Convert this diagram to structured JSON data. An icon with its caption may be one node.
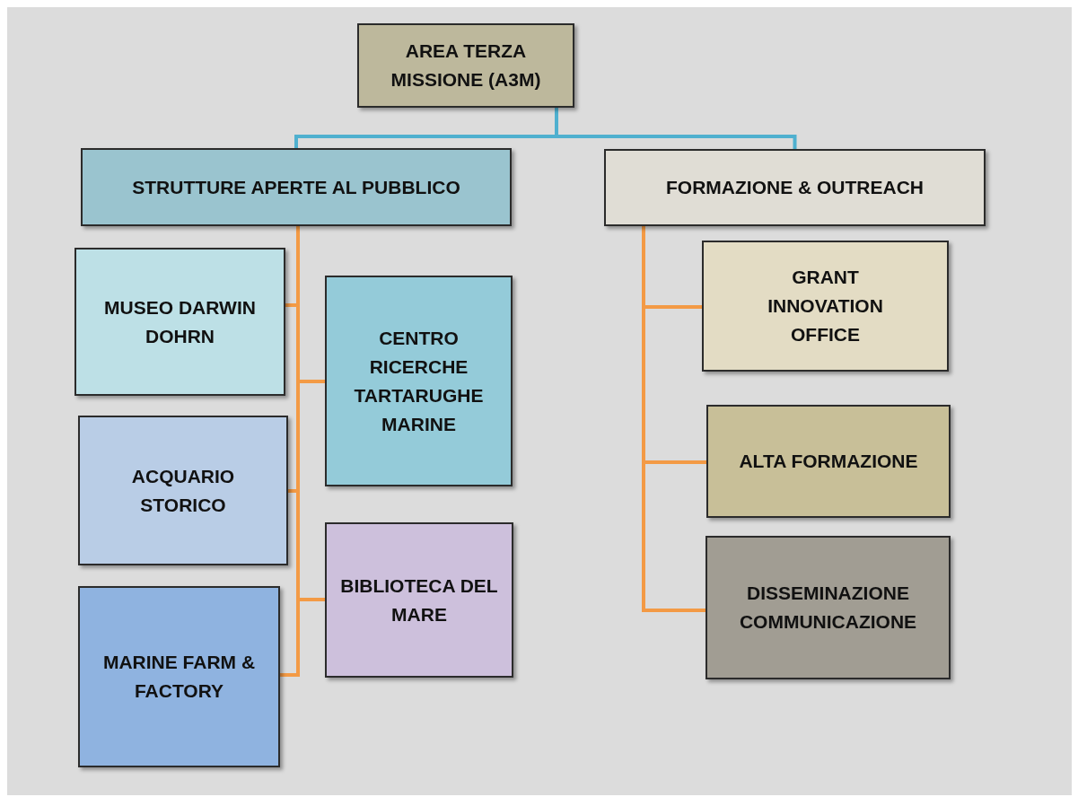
{
  "diagram": {
    "nodes": [
      {
        "text": [
          "AREA TERZA MISSIONE (A3M)"
        ]
      },
      {
        "text": [
          "STRUTTURE APERTE AL PUBBLICO"
        ]
      },
      {
        "text": [
          "FORMAZIONE & OUTREACH"
        ]
      },
      {
        "text": [
          "MUSEO DARWIN DOHRN"
        ]
      },
      {
        "text": [
          "CENTRO RICERCHE TARTARUGHE MARINE"
        ]
      },
      {
        "text": [
          "ACQUARIO STORICO"
        ]
      },
      {
        "text": [
          "BIBLIOTECA DEL MARE"
        ]
      },
      {
        "text": [
          "MARINE FARM & FACTORY"
        ]
      },
      {
        "text": [
          "GRANT INNOVATION OFFICE"
        ]
      },
      {
        "text": [
          "ALTA FORMAZIONE"
        ]
      },
      {
        "text": [
          "DISSEMINAZIONE COMMUNICAZIONE"
        ]
      }
    ],
    "edges": [
      {
        "from": 0,
        "to": 1,
        "arrow": "none",
        "color": "#4fb0cf"
      },
      {
        "from": 0,
        "to": 2,
        "arrow": "none",
        "color": "#4fb0cf"
      },
      {
        "from": 1,
        "to": 3,
        "arrow": "none"
      },
      {
        "from": 1,
        "to": 4,
        "arrow": "none"
      },
      {
        "from": 1,
        "to": 5,
        "arrow": "none"
      },
      {
        "from": 1,
        "to": 6,
        "arrow": "none"
      },
      {
        "from": 1,
        "to": 7,
        "arrow": "none"
      },
      {
        "from": 2,
        "to": 8,
        "arrow": "none"
      },
      {
        "from": 2,
        "to": 9,
        "arrow": "none"
      },
      {
        "from": 2,
        "to": 10,
        "arrow": "none"
      }
    ]
  }
}
